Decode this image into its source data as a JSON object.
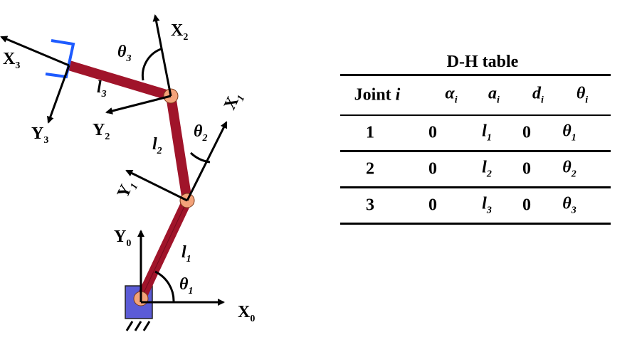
{
  "diagram": {
    "frames": {
      "x0": "X",
      "x0_sub": "0",
      "y0": "Y",
      "y0_sub": "0",
      "x1": "X",
      "x1_sub": "1",
      "y1": "Y",
      "y1_sub": "1",
      "x2": "X",
      "x2_sub": "2",
      "y2": "Y",
      "y2_sub": "2",
      "x3": "X",
      "x3_sub": "3",
      "y3": "Y",
      "y3_sub": "3"
    },
    "links": {
      "l1": "l",
      "l1_sub": "1",
      "l2": "l",
      "l2_sub": "2",
      "l3": "l",
      "l3_sub": "3"
    },
    "angles": {
      "t1": "θ",
      "t1_sub": "1",
      "t2": "θ",
      "t2_sub": "2",
      "t3": "θ",
      "t3_sub": "3"
    },
    "colors": {
      "link": "#a0142a",
      "joint": "#f4a37a",
      "base": "#5b5bd6",
      "gripper": "#1e5bff"
    }
  },
  "table": {
    "title": "D-H table",
    "headers": {
      "joint": "Joint",
      "joint_i": "i",
      "alpha": "α",
      "a": "a",
      "d": "d",
      "theta": "θ",
      "sub": "i"
    },
    "rows": [
      {
        "joint": "1",
        "alpha": "0",
        "a": "l",
        "a_sub": "1",
        "d": "0",
        "theta": "θ",
        "theta_sub": "1"
      },
      {
        "joint": "2",
        "alpha": "0",
        "a": "l",
        "a_sub": "2",
        "d": "0",
        "theta": "θ",
        "theta_sub": "2"
      },
      {
        "joint": "3",
        "alpha": "0",
        "a": "l",
        "a_sub": "3",
        "d": "0",
        "theta": "θ",
        "theta_sub": "3"
      }
    ]
  }
}
